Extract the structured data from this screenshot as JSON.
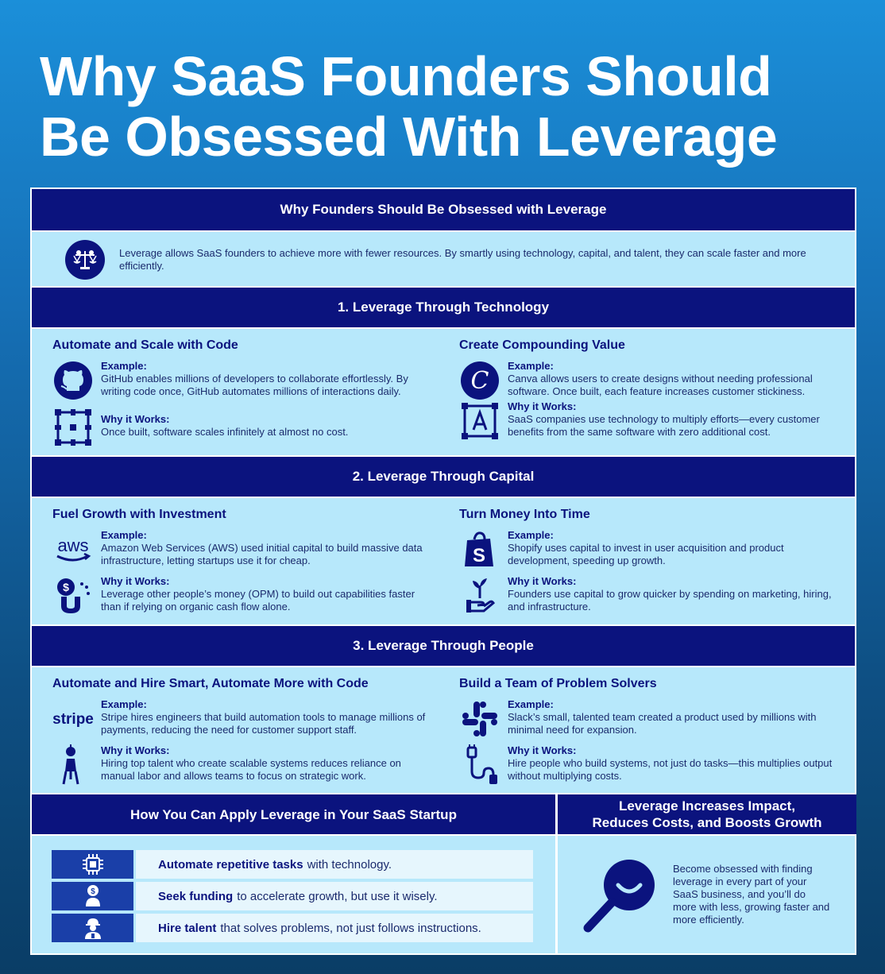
{
  "title_line1": "Why SaaS Founders Should",
  "title_line2": "Be Obsessed With Leverage",
  "header": "Why Founders Should Be Obsessed with Leverage",
  "intro": "Leverage allows SaaS founders to achieve more with fewer resources. By smartly using technology, capital, and talent, they can scale faster and more efficiently.",
  "labels": {
    "example": "Example:",
    "why": "Why it Works:"
  },
  "sections": [
    {
      "title": "1. Leverage Through Technology",
      "left": {
        "title": "Automate and Scale with Code",
        "example": "GitHub enables millions of developers to collaborate effortlessly. By writing code once, GitHub automates millions of interactions daily.",
        "why": "Once built, software scales infinitely at almost no cost.",
        "icons": [
          "github-icon",
          "frame-icon"
        ]
      },
      "right": {
        "title": "Create Compounding Value",
        "example": "Canva allows users to create designs without needing professional software. Once built, each feature increases customer stickiness.",
        "why": "SaaS companies use technology to multiply efforts—every customer benefits from the same software with zero additional cost.",
        "icons": [
          "canva-icon",
          "letter-a-frame-icon"
        ]
      }
    },
    {
      "title": "2. Leverage Through Capital",
      "left": {
        "title": "Fuel Growth with Investment",
        "example": "Amazon Web Services (AWS) used initial capital to build massive data infrastructure, letting startups use it for cheap.",
        "why": "Leverage other people’s money (OPM) to build out capabilities faster than if relying on organic cash flow alone.",
        "icons": [
          "aws-logo",
          "dollar-magnet-icon"
        ]
      },
      "right": {
        "title": "Turn Money Into Time",
        "example": "Shopify uses capital to invest in user acquisition and product development, speeding up growth.",
        "why": "Founders use capital to grow quicker by spending on marketing, hiring, and infrastructure.",
        "icons": [
          "shopify-icon",
          "hand-plant-icon"
        ]
      }
    },
    {
      "title": "3. Leverage Through People",
      "left": {
        "title": "Automate and Hire Smart, Automate More with Code",
        "example": "Stripe hires engineers that build automation tools to manage millions of payments, reducing the need for customer support staff.",
        "why": "Hiring top talent who create scalable systems reduces reliance on manual labor and allows teams to focus on strategic work.",
        "icons": [
          "stripe-logo",
          "compass-person-icon"
        ]
      },
      "right": {
        "title": "Build a Team of Problem Solvers",
        "example": "Slack’s small, talented team created a product used by millions with minimal need for expansion.",
        "why": "Hire people who build systems, not just do tasks—this multiplies output without multiplying costs.",
        "icons": [
          "slack-icon",
          "cable-icon"
        ]
      }
    }
  ],
  "logos": {
    "aws": "aws",
    "stripe": "stripe",
    "canva": "C"
  },
  "apply": {
    "title": "How You Can Apply Leverage in Your SaaS Startup",
    "rows": [
      {
        "bold": "Automate repetitive tasks",
        "rest": "with technology.",
        "icon": "chip-icon"
      },
      {
        "bold": "Seek funding",
        "rest": "to accelerate growth, but use it wisely.",
        "icon": "money-person-icon"
      },
      {
        "bold": "Hire talent",
        "rest": "that solves problems, not just follows instructions.",
        "icon": "worker-icon"
      }
    ]
  },
  "impact": {
    "title_line1": "Leverage Increases Impact,",
    "title_line2": "Reduces Costs, and Boosts Growth",
    "body": "Become obsessed with finding leverage in every part of your SaaS business, and you’ll do more with less, growing faster and more efficiently."
  },
  "colors": {
    "navy": "#0b137e",
    "light": "#b7e8fb",
    "row_icon_bg": "#1a3fa8"
  }
}
